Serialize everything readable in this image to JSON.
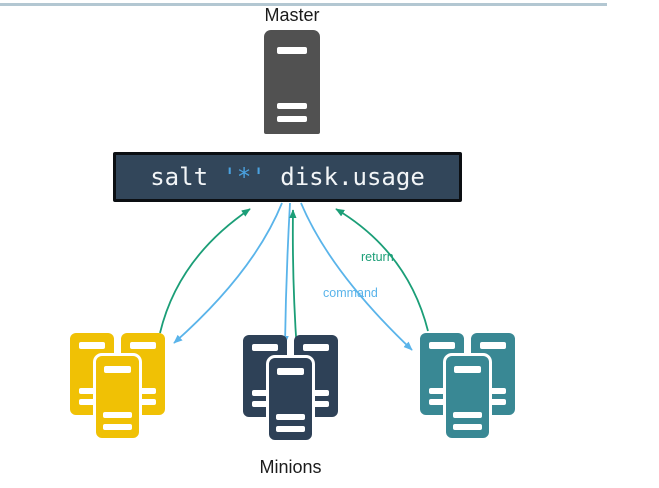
{
  "master": {
    "label": "Master"
  },
  "command_box": {
    "prefix": "salt ",
    "target": "'*'",
    "suffix": " disk.usage"
  },
  "arrows": {
    "return_label": "return",
    "command_label": "command"
  },
  "minions": {
    "label": "Minions",
    "groups": [
      {
        "name": "yellow-minion-group",
        "color": "#f0c105"
      },
      {
        "name": "navy-minion-group",
        "color": "#2e4157"
      },
      {
        "name": "teal-minion-group",
        "color": "#398894"
      }
    ]
  },
  "colors": {
    "top_rule": "#b3c7d2",
    "master_gray": "#515151",
    "box_bg": "#32465a",
    "box_border": "#0c0f13",
    "box_text": "#f2f5f7",
    "box_target": "#4aa2e0",
    "arrow_return": "#1b9e77",
    "arrow_command": "#5ab4ea"
  }
}
